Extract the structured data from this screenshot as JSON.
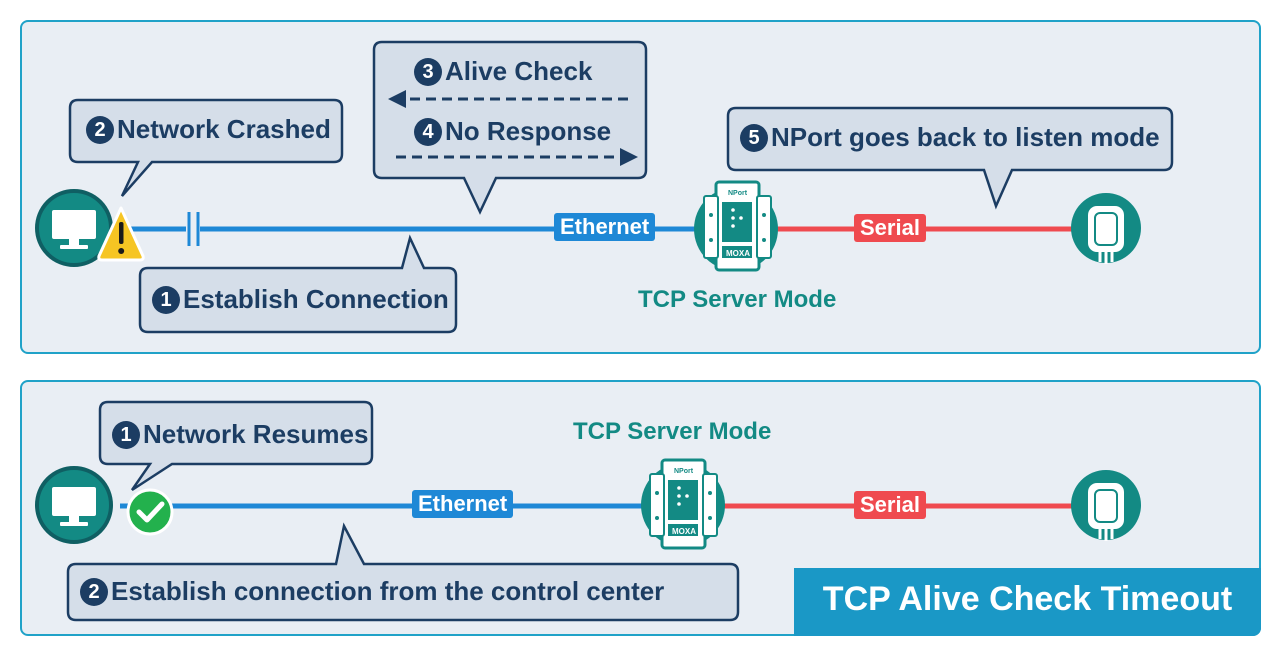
{
  "top": {
    "callout_network_crashed": {
      "num": "2",
      "text": "Network Crashed"
    },
    "callout_alive_check": {
      "num": "3",
      "text": "Alive Check"
    },
    "callout_no_response": {
      "num": "4",
      "text": "No Response"
    },
    "callout_listen_mode": {
      "num": "5",
      "text": "NPort goes back to listen mode"
    },
    "callout_establish": {
      "num": "1",
      "text": "Establish Connection"
    },
    "ethernet_label": "Ethernet",
    "serial_label": "Serial",
    "mode_label": "TCP Server Mode"
  },
  "bottom": {
    "callout_resumes": {
      "num": "1",
      "text": "Network Resumes"
    },
    "callout_establish": {
      "num": "2",
      "text": "Establish connection from the control center"
    },
    "ethernet_label": "Ethernet",
    "serial_label": "Serial",
    "mode_label": "TCP Server Mode"
  },
  "device_brand": "MOXA",
  "device_model": "NPort",
  "title": "TCP Alive Check Timeout",
  "colors": {
    "ethernet_line": "#1e88d6",
    "serial_line": "#ef4a4f",
    "device_teal": "#138a84",
    "callout_border": "#1c3d63",
    "callout_fill": "#d5dee9",
    "panel_border": "#20a2c8"
  }
}
